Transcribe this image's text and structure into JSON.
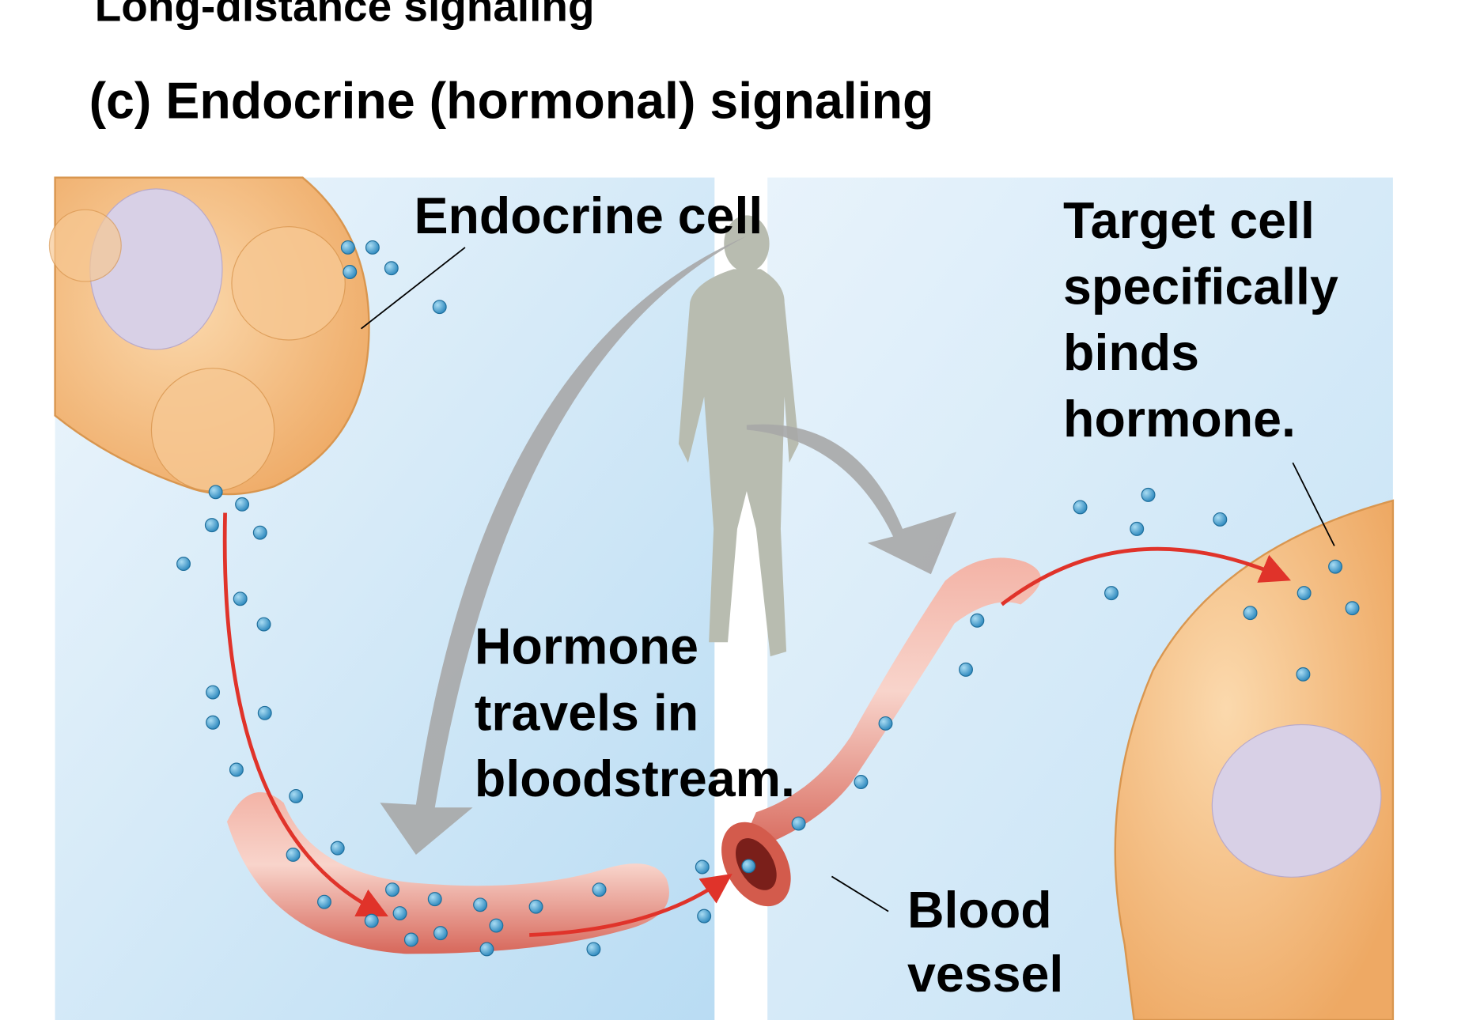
{
  "header": "Long-distance signaling",
  "title": "(c) Endocrine (hormonal) signaling",
  "labels": {
    "endocrine_cell": "Endocrine cell",
    "target_cell": [
      "Target cell",
      "specifically",
      "binds",
      "hormone."
    ],
    "hormone_travels": [
      "Hormone",
      "travels in",
      "bloodstream."
    ],
    "blood_vessel": [
      "Blood",
      "vessel"
    ]
  },
  "colors": {
    "background_panel": "#cfe6f6",
    "cell": "#f2b978",
    "vessel": "#e07a6a",
    "hormone": "#3a9ccf",
    "arrow_red": "#e0332a",
    "arrow_gray": "#a7a7a7",
    "silhouette": "#b8bcb0"
  }
}
